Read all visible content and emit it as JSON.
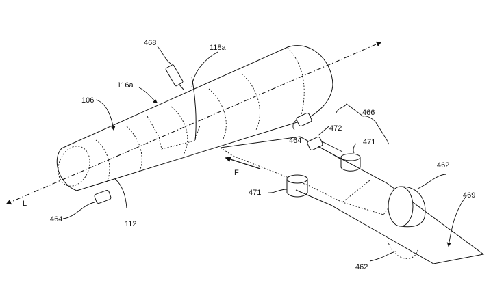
{
  "figure": {
    "labels": {
      "ref_468": "468",
      "ref_118a": "118a",
      "ref_116a": "116a",
      "ref_106": "106",
      "ref_466": "466",
      "ref_472": "472",
      "ref_464_upper": "464",
      "ref_471_upper": "471",
      "ref_462_upper": "462",
      "ref_469": "469",
      "ref_f": "F",
      "ref_471_lower": "471",
      "ref_l": "L",
      "ref_464_lower": "464",
      "ref_112": "112",
      "ref_462_lower": "462"
    }
  }
}
